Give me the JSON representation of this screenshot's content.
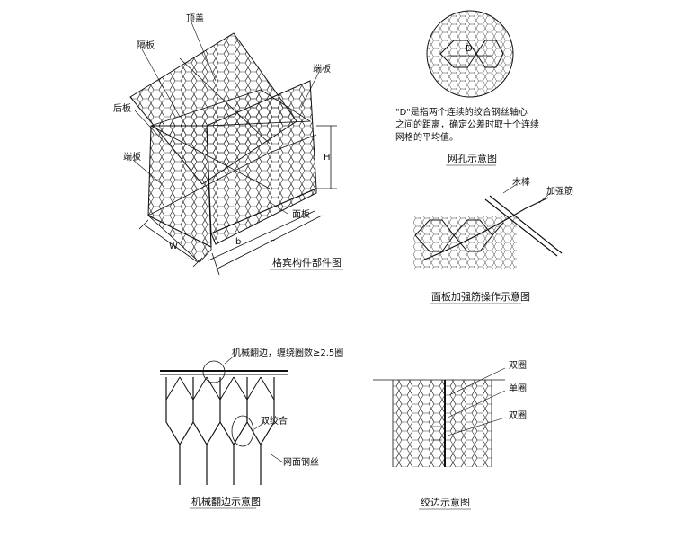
{
  "fig1": {
    "caption": "格宾构件部件图",
    "labels": {
      "top": "顶盖",
      "partition": "隔板",
      "back": "后板",
      "end_left": "端板",
      "end_right": "端板",
      "front": "面板"
    },
    "dims": {
      "H": "H",
      "W": "W",
      "L": "L",
      "b": "b"
    }
  },
  "fig2": {
    "caption": "网孔示意图",
    "d_label": "D",
    "note_lines": [
      "\"D\"是指两个连续的绞合钢丝轴心",
      "之间的距离，确定公差时取十个连续",
      "网格的平均值。"
    ]
  },
  "fig3": {
    "caption": "面板加强筋操作示意图",
    "labels": {
      "stick": "木棒",
      "rib": "加强筋"
    }
  },
  "fig4": {
    "caption": "机械翻边示意图",
    "labels": {
      "edge": "机械翻边，缠绕圈数≥2.5圈",
      "twist": "双绞合",
      "wire": "网面钢丝"
    }
  },
  "fig5": {
    "caption": "绞边示意图",
    "labels": {
      "double1": "双圈",
      "single": "单圈",
      "double2": "双圈"
    }
  }
}
